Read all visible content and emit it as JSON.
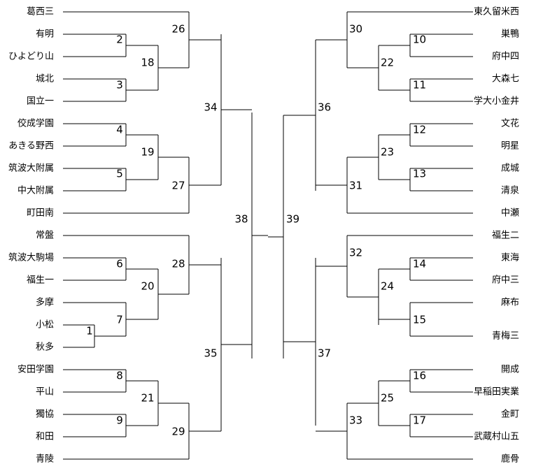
{
  "bracket": {
    "left_teams": [
      "葛西三",
      "有明",
      "ひよどり山",
      "城北",
      "国立一",
      "佼成学園",
      "あきる野西",
      "筑波大附属",
      "中大附属",
      "町田南",
      "常盤",
      "筑波大駒場",
      "福生一",
      "多摩",
      "小松",
      "秋多",
      "安田学園",
      "平山",
      "獨協",
      "和田",
      "青陵"
    ],
    "right_teams": [
      "東久留米西",
      "巣鴨",
      "府中四",
      "大森七",
      "学大小金井",
      "文花",
      "明星",
      "成城",
      "清泉",
      "中瀬",
      "福生二",
      "東海",
      "府中三",
      "麻布",
      "青梅三",
      "開成",
      "早稲田実業",
      "金町",
      "武蔵村山五",
      "鹿骨"
    ],
    "match_numbers": [
      "1",
      "2",
      "3",
      "4",
      "5",
      "6",
      "7",
      "8",
      "9",
      "10",
      "11",
      "12",
      "13",
      "14",
      "15",
      "16",
      "17",
      "18",
      "19",
      "20",
      "21",
      "22",
      "23",
      "24",
      "25",
      "26",
      "27",
      "28",
      "29",
      "30",
      "31",
      "32",
      "33",
      "34",
      "35",
      "36",
      "37",
      "38",
      "39"
    ]
  }
}
